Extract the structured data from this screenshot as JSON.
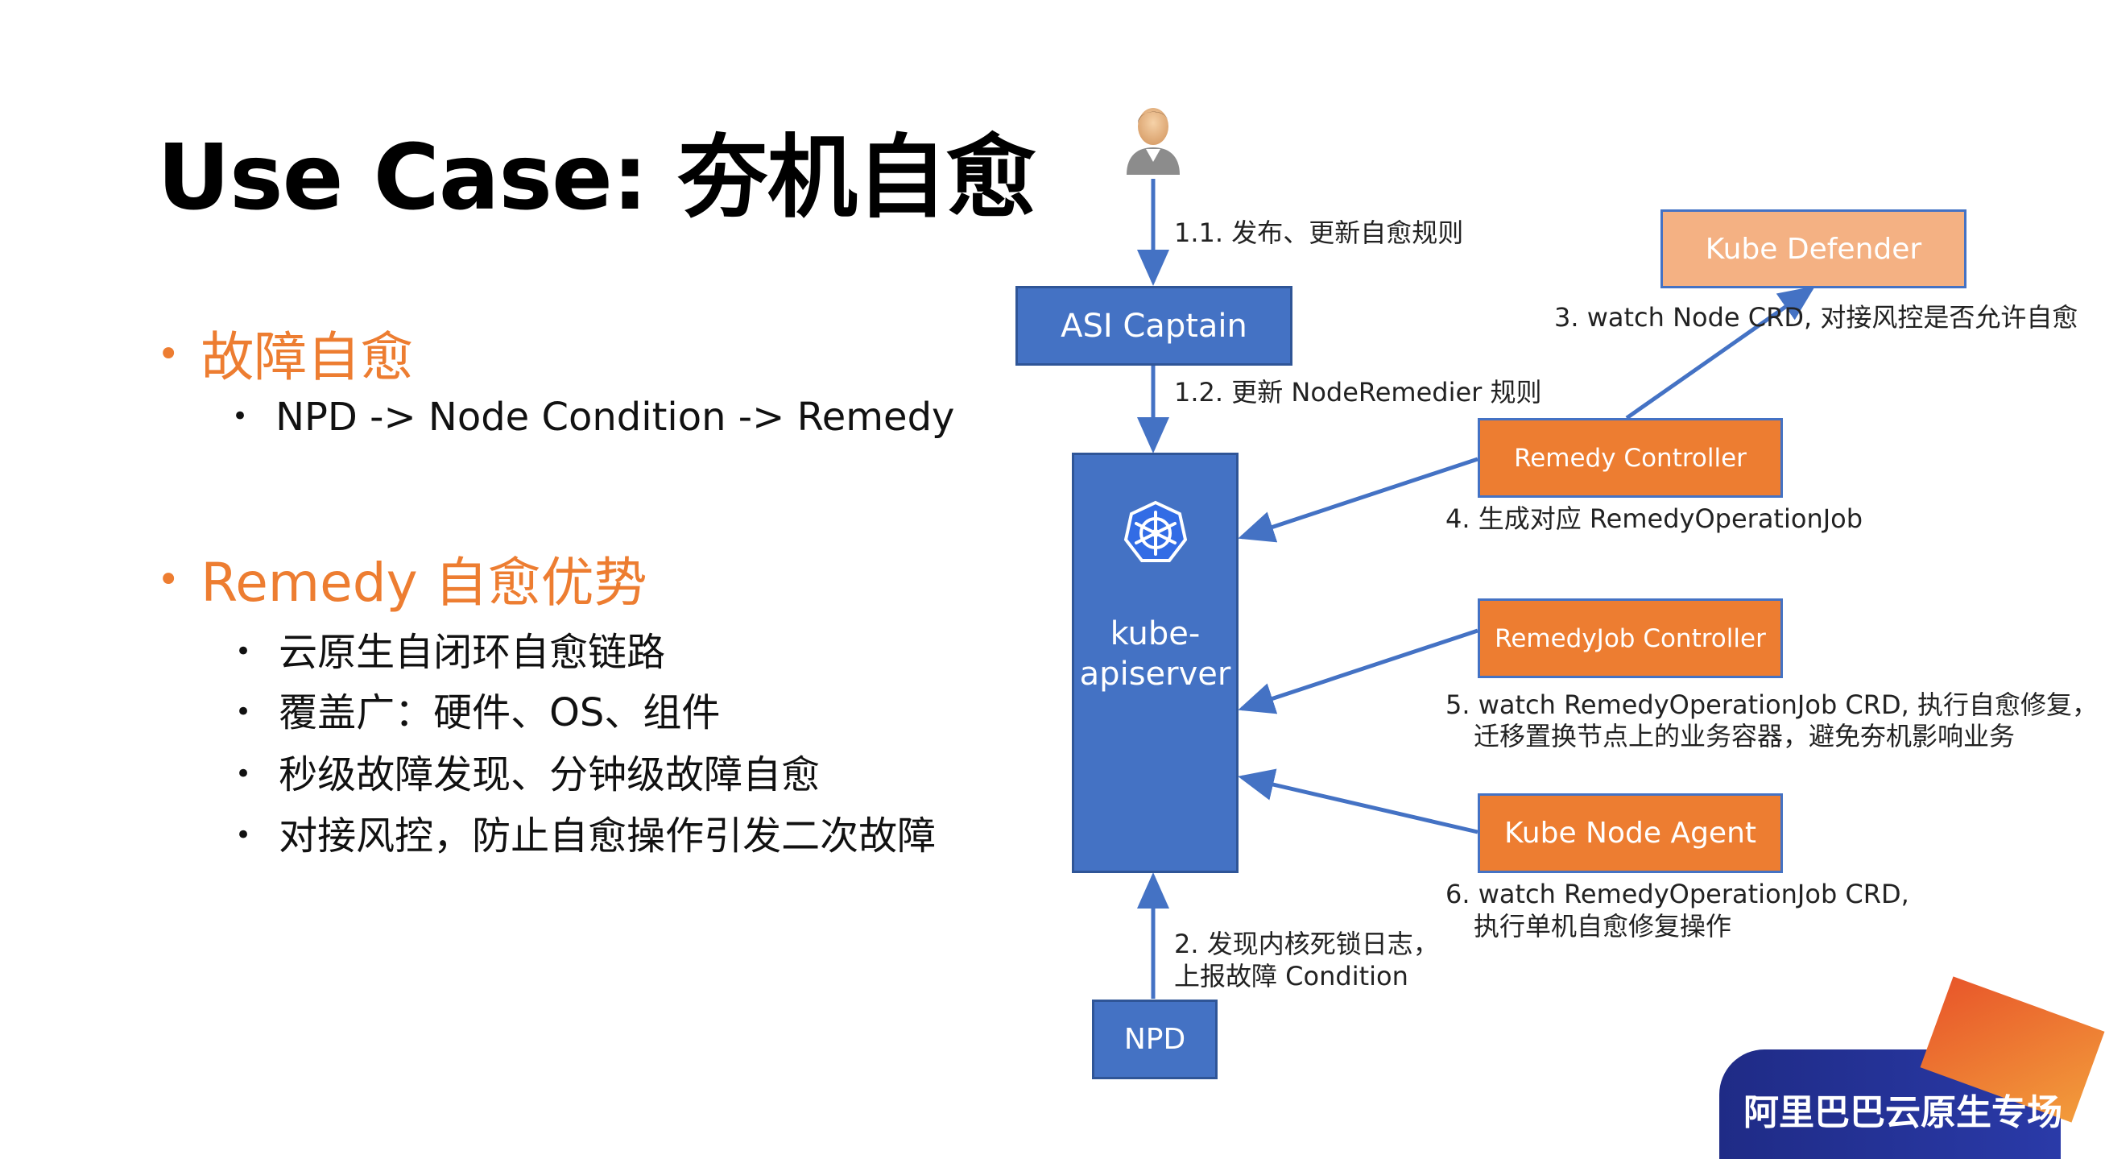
{
  "title": "Use Case: 夯机自愈",
  "bullets": {
    "section1": {
      "heading": "故障自愈",
      "items": [
        "NPD -> Node Condition -> Remedy"
      ]
    },
    "section2": {
      "heading": "Remedy 自愈优势",
      "items": [
        "云原生自闭环自愈链路",
        "覆盖广：硬件、OS、组件",
        "秒级故障发现、分钟级故障自愈",
        "对接风控，防止自愈操作引发二次故障"
      ]
    }
  },
  "diagram": {
    "nodes": {
      "asi_captain": "ASI Captain",
      "kube_defender": "Kube Defender",
      "remedy_controller": "Remedy Controller",
      "remedyjob_controller": "RemedyJob Controller",
      "kube_node_agent": "Kube Node Agent",
      "apiserver_line1": "kube-",
      "apiserver_line2": "apiserver",
      "npd": "NPD"
    },
    "edges": {
      "e1_1": "1.1. 发布、更新自愈规则",
      "e1_2": "1.2. 更新 NodeRemedier 规则",
      "e2_line1": "2. 发现内核死锁日志，",
      "e2_line2": "上报故障 Condition",
      "e3": "3. watch Node CRD, 对接风控是否允许自愈",
      "e4": "4. 生成对应 RemedyOperationJob",
      "e5_line1": "5. watch RemedyOperationJob CRD, 执行自愈修复，",
      "e5_line2": "迁移置换节点上的业务容器，避免夯机影响业务",
      "e6_line1": "6. watch RemedyOperationJob CRD,",
      "e6_line2": "执行单机自愈修复操作"
    },
    "icons": [
      "user-icon",
      "kubernetes-helm-icon"
    ],
    "colors": {
      "blue": "#4472C4",
      "orange": "#ED7D31",
      "peach": "#F4B183",
      "accent_text": "#ED7D31"
    }
  },
  "footer": {
    "brand": "阿里巴巴云原生专场"
  }
}
